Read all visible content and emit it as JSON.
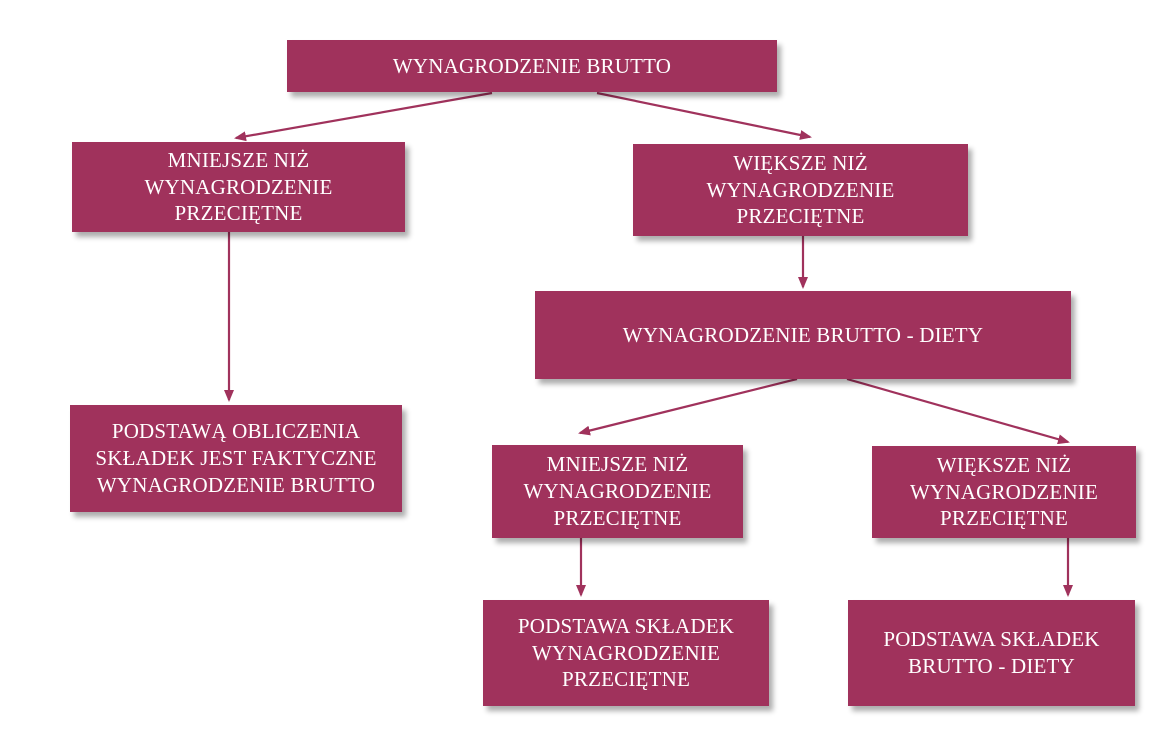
{
  "nodes": {
    "root": {
      "label": "WYNAGRODZENIE BRUTTO"
    },
    "left_lower": {
      "label": "MNIEJSZE NIŻ\nWYNAGRODZENIE\nPRZECIĘTNE"
    },
    "right_higher": {
      "label": "WIĘKSZE NIŻ\nWYNAGRODZENIE\nPRZECIĘTNE"
    },
    "left_result": {
      "label": "PODSTAWĄ OBLICZENIA\nSKŁADEK JEST FAKTYCZNE\nWYNAGRODZENIE BRUTTO"
    },
    "minus_diets": {
      "label": "WYNAGRODZENIE BRUTTO - DIETY"
    },
    "diets_lower": {
      "label": "MNIEJSZE NIŻ\nWYNAGRODZENIE\nPRZECIĘTNE"
    },
    "diets_higher": {
      "label": "WIĘKSZE NIŻ\nWYNAGRODZENIE\nPRZECIĘTNE"
    },
    "diets_lower_result": {
      "label": "PODSTAWA SKŁADEK\nWYNAGRODZENIE\nPRZECIĘTNE"
    },
    "diets_higher_result": {
      "label": "PODSTAWA SKŁADEK\nBRUTTO - DIETY"
    }
  },
  "edges": [
    {
      "from": "root",
      "to": "left_lower"
    },
    {
      "from": "root",
      "to": "right_higher"
    },
    {
      "from": "left_lower",
      "to": "left_result"
    },
    {
      "from": "right_higher",
      "to": "minus_diets"
    },
    {
      "from": "minus_diets",
      "to": "diets_lower"
    },
    {
      "from": "minus_diets",
      "to": "diets_higher"
    },
    {
      "from": "diets_lower",
      "to": "diets_lower_result"
    },
    {
      "from": "diets_higher",
      "to": "diets_higher_result"
    }
  ],
  "colors": {
    "node_fill": "#a0325c",
    "node_text": "#ffffff",
    "arrow": "#a0325c"
  }
}
